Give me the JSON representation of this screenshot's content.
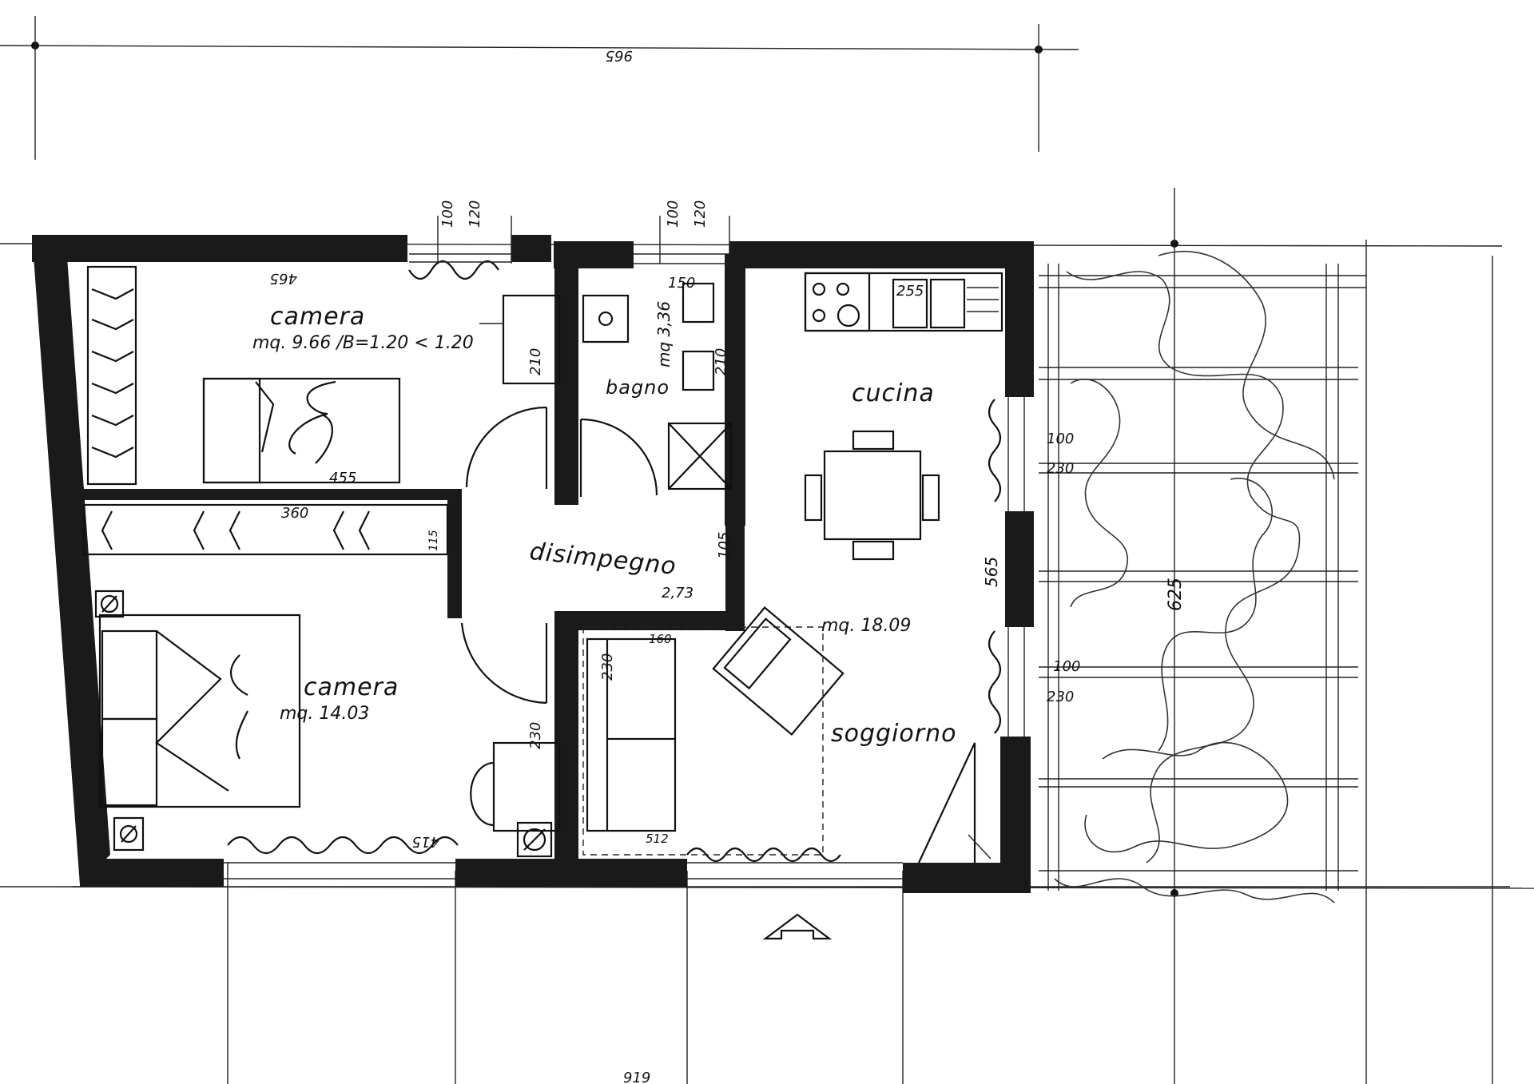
{
  "plan": {
    "top_dimension": "965",
    "bottom_dimension": "919"
  },
  "rooms": {
    "camera_small": {
      "name": "camera",
      "area": "mq. 9.66 /B=1.20 < 1.20"
    },
    "bagno": {
      "name": "bagno",
      "area": "mq 3,36"
    },
    "cucina": {
      "name": "cucina"
    },
    "disimpegno": {
      "name": "disimpegno",
      "area": "2,73"
    },
    "camera_large": {
      "name": "camera",
      "area": "mq. 14.03"
    },
    "soggiorno": {
      "name": "soggiorno",
      "area": "mq. 18.09"
    }
  },
  "dimensions": {
    "d_465": "465",
    "d_455": "455",
    "d_360": "360",
    "d_115": "115",
    "d_210_a": "210",
    "d_150": "150",
    "d_210_b": "210",
    "d_255": "255",
    "d_100_top1": "100",
    "d_120_top1": "120",
    "d_100_top2": "100",
    "d_120_top2": "120",
    "d_105": "105",
    "d_160": "160",
    "d_230_a": "230",
    "d_230_b": "230",
    "d_415": "415",
    "d_512": "512",
    "d_565": "565",
    "d_625": "625",
    "d_100_right1": "100",
    "d_230_right1": "230",
    "d_100_right2": "100",
    "d_230_right2": "230"
  }
}
